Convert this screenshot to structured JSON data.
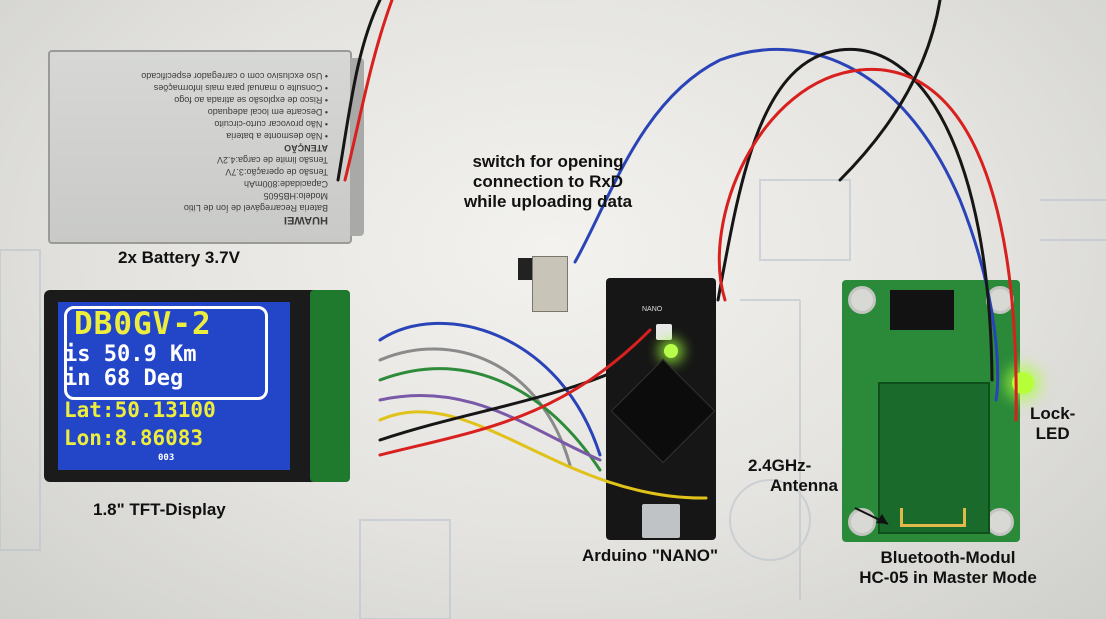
{
  "labels": {
    "battery": "2x Battery 3.7V",
    "switch_line1": "switch for opening",
    "switch_line2": "connection to RxD",
    "switch_line3": "while uploading data",
    "tft": "1.8\" TFT-Display",
    "nano": "Arduino \"NANO\"",
    "bt_line1": "Bluetooth-Modul",
    "bt_line2": "HC-05 in Master Mode",
    "antenna_line1": "2.4GHz-",
    "antenna_line2": "Antenna",
    "lock_line1": "Lock-",
    "lock_line2": "LED"
  },
  "tft_screen": {
    "callsign": "DB0GV-2",
    "distance": "is 50.9 Km",
    "direction": "in 68 Deg",
    "lat": "Lat:50.13100",
    "lon": "Lon:8.86083",
    "counter": "003"
  },
  "battery_print": {
    "brand": "HUAWEI",
    "lines": [
      "Bateria Recarregável de Íon de Lítio",
      "Modelo:HB5605",
      "Capacidade:800mAh",
      "Tensão de operação:3.7V",
      "Tensão limite de carga:4.2V",
      "ATENÇÃO",
      "• Não desmonte a bateria",
      "• Não provocar curto-circuito",
      "• Descarte em local adequado",
      "• Risco de explosão se atirada ao fogo",
      "• Consulte o manual para mais informações",
      "• Uso exclusivo com o carregador especificado"
    ]
  },
  "board_text": {
    "nano_silk": "NANO"
  },
  "colors": {
    "wire_red": "#d8201e",
    "wire_blue": "#2a44b8",
    "wire_black": "#161616",
    "wire_green": "#2e8b3a",
    "wire_yellow": "#e0c21a",
    "wire_purple": "#7a5aa8",
    "wire_gray": "#8a8a8a",
    "screen_blue": "#2346c9",
    "screen_yellow": "#eded3e",
    "led_green": "#b6ff38"
  }
}
